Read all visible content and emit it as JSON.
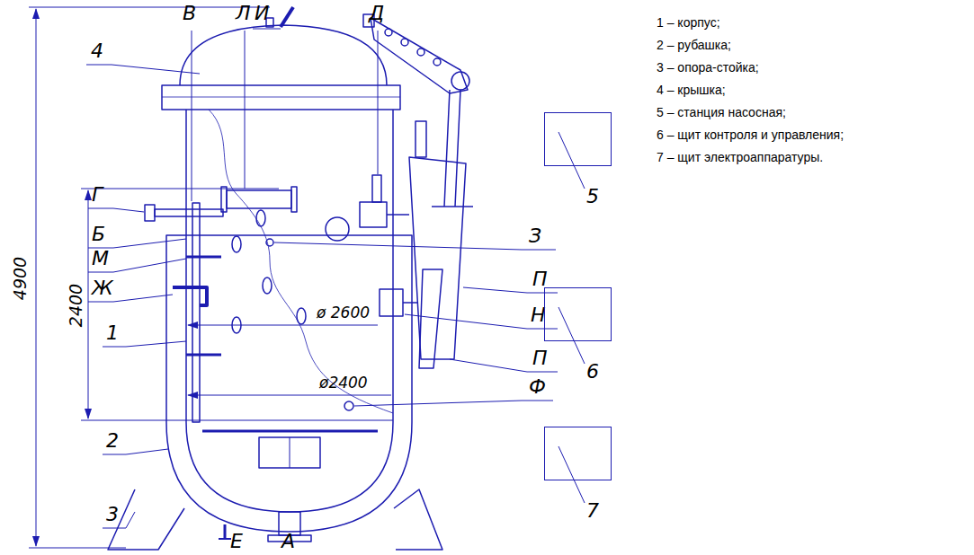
{
  "diagram": {
    "nodes": [
      {
        "text": [
          "5"
        ]
      },
      {
        "text": [
          "6"
        ]
      },
      {
        "text": [
          "7"
        ]
      }
    ],
    "labels": [
      "В",
      "Л",
      "И",
      "Д",
      "4",
      "4900",
      "2400",
      "Г",
      "Б",
      "М",
      "Ж",
      "1",
      "ø 2600",
      "ø2400",
      "2",
      "3",
      "Е",
      "А",
      "З",
      "П",
      "Н",
      "П",
      "Ф",
      "1 – корпус;",
      "2 – рубашка;",
      "3 – опора-стойка;",
      "4 – крышка;",
      "5 – станция насосная;",
      "6 – щит контроля и управления;",
      "7 – щит электроаппаратуры."
    ]
  }
}
